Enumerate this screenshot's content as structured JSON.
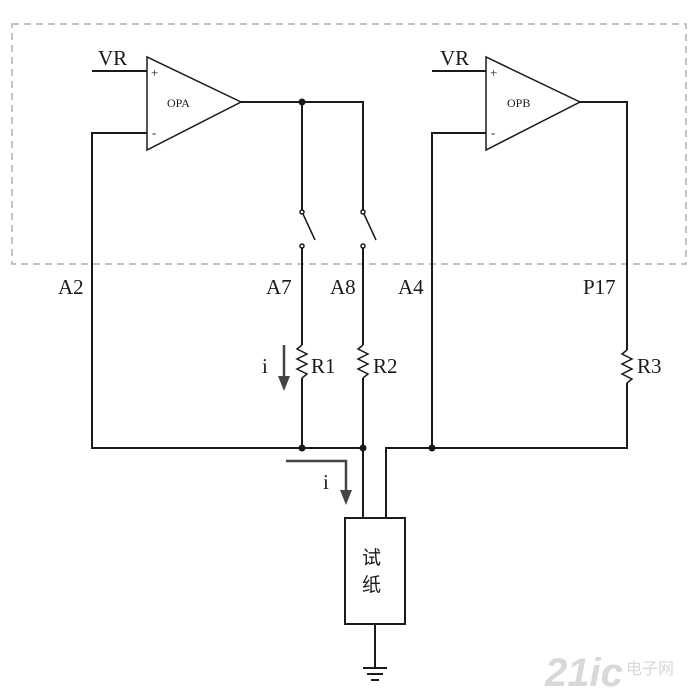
{
  "labels": {
    "vr_a": "VR",
    "vr_b": "VR",
    "plus_a": "+",
    "minus_a": "-",
    "plus_b": "+",
    "minus_b": "-",
    "opa": "OPA",
    "opb": "OPB",
    "a2": "A2",
    "a7": "A7",
    "a8": "A8",
    "a4": "A4",
    "p17": "P17",
    "r1": "R1",
    "r2": "R2",
    "r3": "R3",
    "current_1": "i",
    "current_2": "i",
    "test_paper_line1": "试",
    "test_paper_line2": "纸"
  },
  "watermark": {
    "brand": "21ic",
    "brand_cn": "电子网"
  },
  "colors": {
    "line": "#1a1a1a",
    "dashed_box": "#b0b0b0",
    "watermark": "#d8d8d8"
  }
}
